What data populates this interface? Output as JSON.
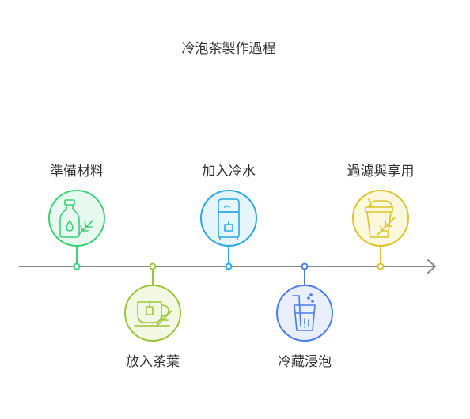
{
  "title": "冷泡茶製作過程",
  "steps": [
    {
      "label": "準備材料",
      "icon": "bottle-with-herb-icon",
      "color": "#3ecf7a",
      "fill": "#e8faef",
      "position": "above"
    },
    {
      "label": "放入茶葉",
      "icon": "teacup-with-teabag-icon",
      "color": "#9dc53a",
      "fill": "#f2f8e2",
      "position": "below"
    },
    {
      "label": "加入冷水",
      "icon": "water-dispenser-icon",
      "color": "#2aa9de",
      "fill": "#e6f5fc",
      "position": "above"
    },
    {
      "label": "冷藏浸泡",
      "icon": "glass-with-straw-icon",
      "color": "#4a7ee6",
      "fill": "#e9effc",
      "position": "below"
    },
    {
      "label": "過濾與享用",
      "icon": "cup-with-herb-icon",
      "color": "#d9c62a",
      "fill": "#fbf8de",
      "position": "above"
    }
  ],
  "timeline": {
    "color": "#888888",
    "arrow": "arrow-right-icon"
  }
}
